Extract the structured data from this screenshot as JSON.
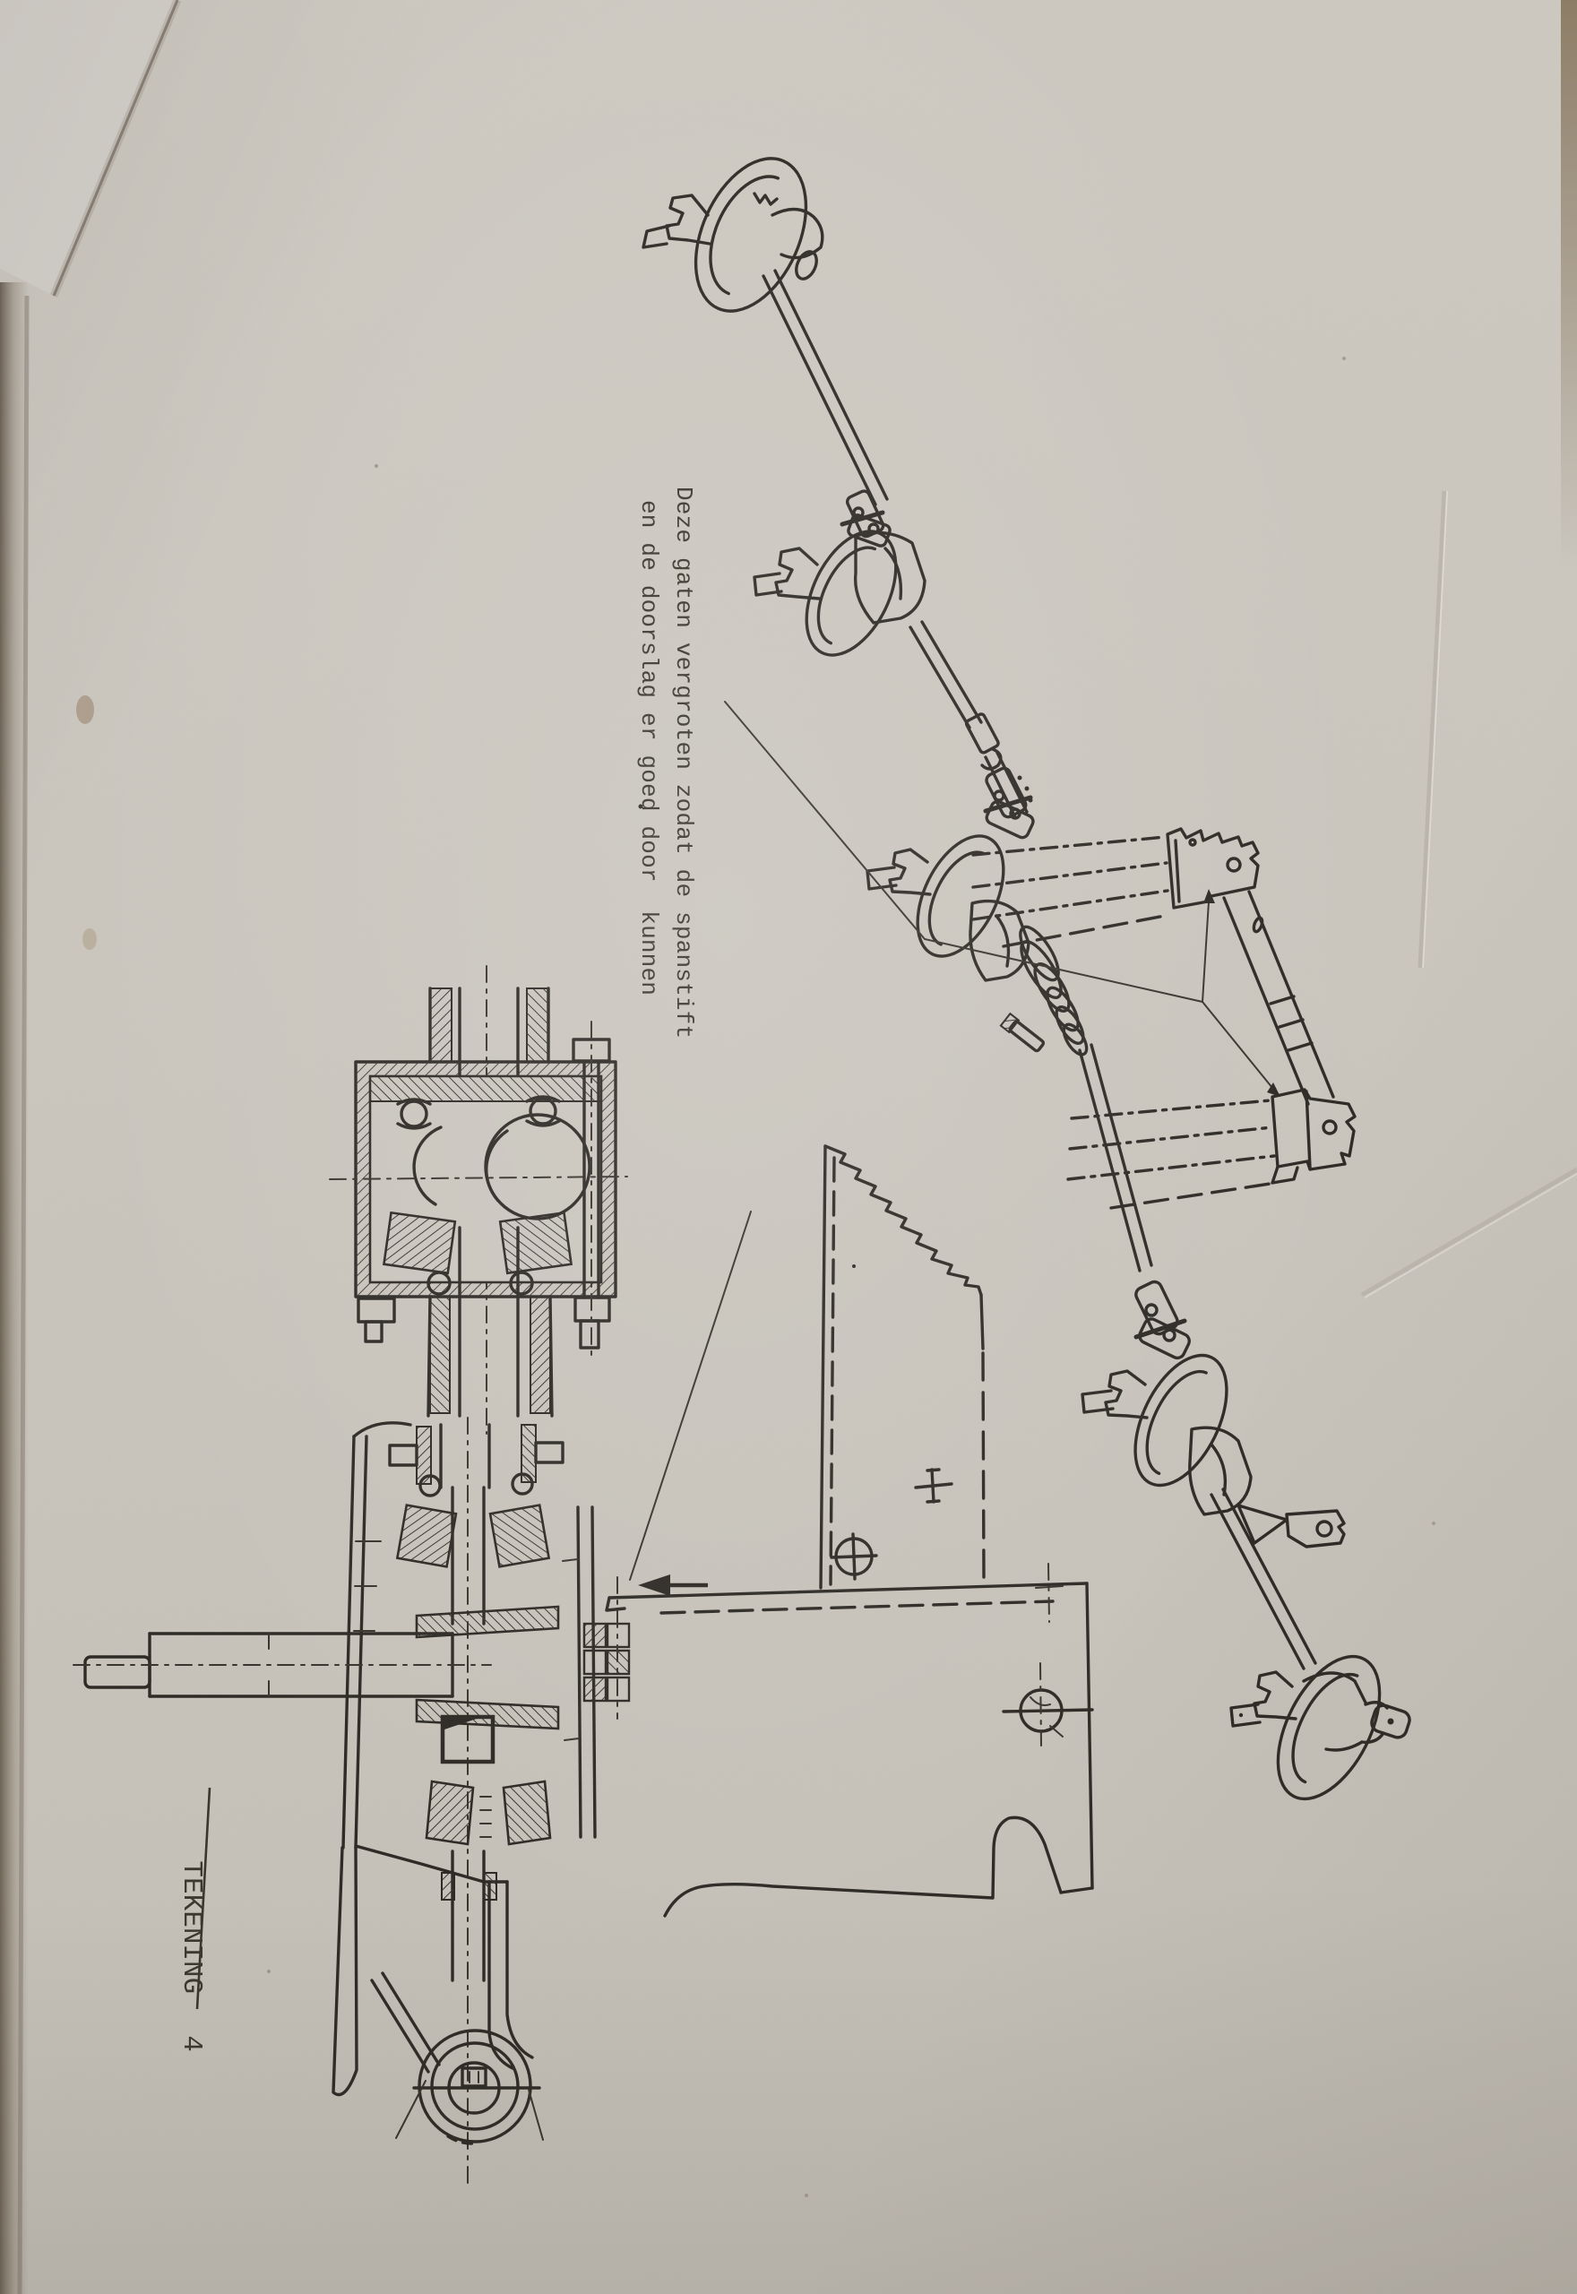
{
  "caption": {
    "line1": "Deze gaten vergroten zodat de spanstift",
    "line2": "en de doorslag er goed door  kunnen"
  },
  "footer": {
    "label": "TEKENING",
    "number": "4"
  },
  "colors": {
    "paper": "#cac6be",
    "ink": "#2f2c27",
    "text": "#3b382f",
    "fold_shadow": "#6a5d50",
    "edge_brown": "#7d6a50"
  }
}
